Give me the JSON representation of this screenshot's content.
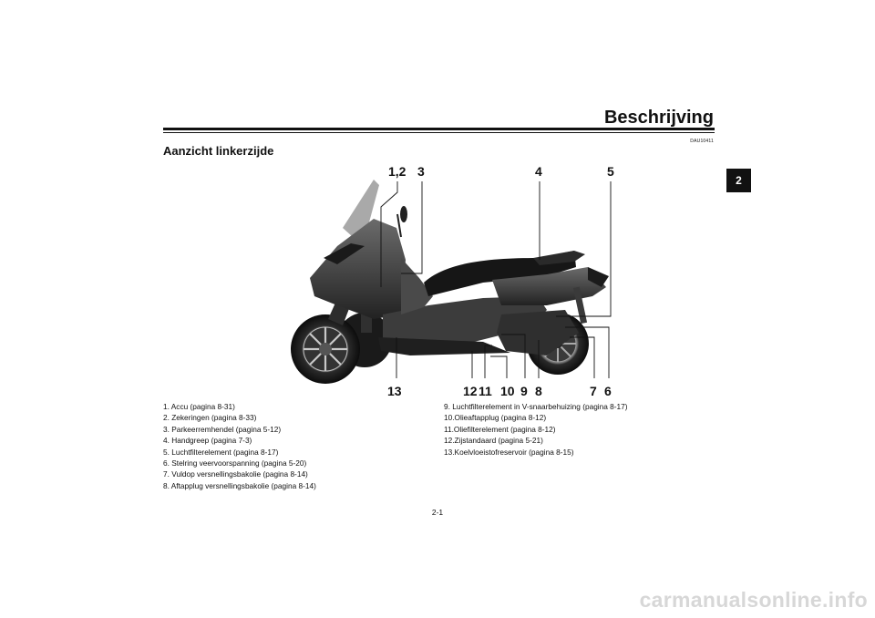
{
  "header": {
    "chapter_title": "Beschrijving",
    "doc_code": "DAU10411",
    "section_heading": "Aanzicht linkerzijde",
    "chapter_tab": "2"
  },
  "figure": {
    "callouts": [
      "1,2",
      "3",
      "4",
      "5",
      "13",
      "12",
      "11",
      "10",
      "9",
      "8",
      "7",
      "6"
    ]
  },
  "parts_left": [
    "1. Accu (pagina 8-31)",
    "2. Zekeringen (pagina 8-33)",
    "3. Parkeerremhendel (pagina 5-12)",
    "4. Handgreep (pagina 7-3)",
    "5. Luchtfilterelement (pagina 8-17)",
    "6. Stelring veervoorspanning (pagina 5-20)",
    "7. Vuldop versnellingsbakolie (pagina 8-14)",
    "8. Aftapplug versnellingsbakolie (pagina 8-14)"
  ],
  "parts_right": [
    "9. Luchtfilterelement in V-snaarbehuizing (pagina 8-17)",
    "10.Olieaftapplug (pagina 8-12)",
    "11.Oliefilterelement (pagina 8-12)",
    "12.Zijstandaard (pagina 5-21)",
    "13.Koelvloeistofreservoir (pagina 8-15)"
  ],
  "footer": {
    "page_number": "2-1",
    "watermark": "carmanualsonline.info"
  }
}
